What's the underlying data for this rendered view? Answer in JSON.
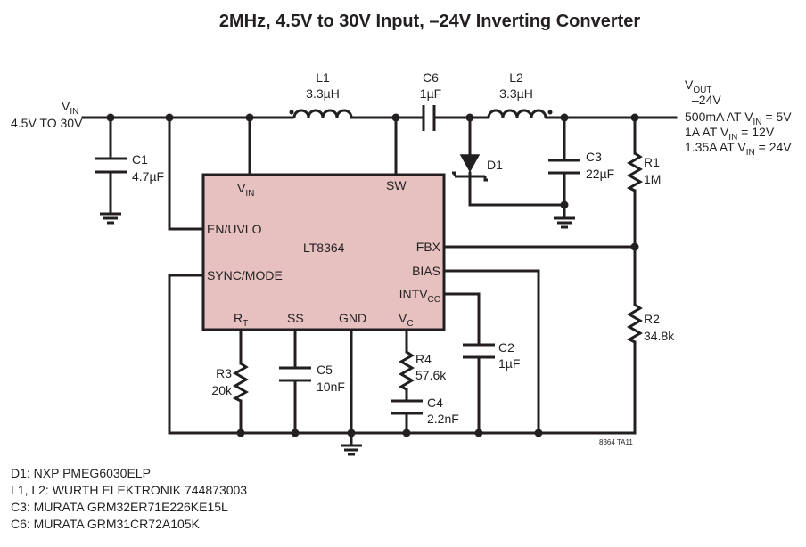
{
  "title": "2MHz, 4.5V to 30V Input, –24V Inverting Converter",
  "vin": {
    "main": "V",
    "sub": "IN",
    "range": "4.5V TO 30V"
  },
  "ic": {
    "name": "LT8364",
    "pins": {
      "vin": {
        "main": "V",
        "sub": "IN"
      },
      "sw": "SW",
      "en": "EN/UVLO",
      "sync": "SYNC/MODE",
      "fbx": "FBX",
      "bias": "BIAS",
      "intvcc": {
        "main": "INTV",
        "sub": "CC"
      },
      "rt": {
        "main": "R",
        "sub": "T"
      },
      "ss": "SS",
      "gnd": "GND",
      "vc": {
        "main": "V",
        "sub": "C"
      }
    }
  },
  "components": {
    "l1": {
      "ref": "L1",
      "value": "3.3µH"
    },
    "l2": {
      "ref": "L2",
      "value": "3.3µH"
    },
    "c1": {
      "ref": "C1",
      "value": "4.7µF"
    },
    "c2": {
      "ref": "C2",
      "value": "1µF"
    },
    "c3": {
      "ref": "C3",
      "value": "22µF"
    },
    "c4": {
      "ref": "C4",
      "value": "2.2nF"
    },
    "c5": {
      "ref": "C5",
      "value": "10nF"
    },
    "c6": {
      "ref": "C6",
      "value": "1µF"
    },
    "d1": {
      "ref": "D1"
    },
    "r1": {
      "ref": "R1",
      "value": "1M"
    },
    "r2": {
      "ref": "R2",
      "value": "34.8k"
    },
    "r3": {
      "ref": "R3",
      "value": "20k"
    },
    "r4": {
      "ref": "R4",
      "value": "57.6k"
    }
  },
  "vout": {
    "main": "V",
    "sub": "OUT",
    "voltage": "–24V",
    "loads": [
      {
        "pre": "500mA AT V",
        "sub": "IN",
        "post": " = 5V"
      },
      {
        "pre": "1A AT V",
        "sub": "IN",
        "post": " = 12V"
      },
      {
        "pre": "1.35A AT V",
        "sub": "IN",
        "post": " = 24V"
      }
    ]
  },
  "figure_id": "8364 TA11",
  "notes": [
    "D1: NXP PMEG6030ELP",
    "L1, L2: WURTH ELEKTRONIK 744873003",
    "C3: MURATA GRM32ER71E226KE15L",
    "C6: MURATA GRM31CR72A105K"
  ]
}
